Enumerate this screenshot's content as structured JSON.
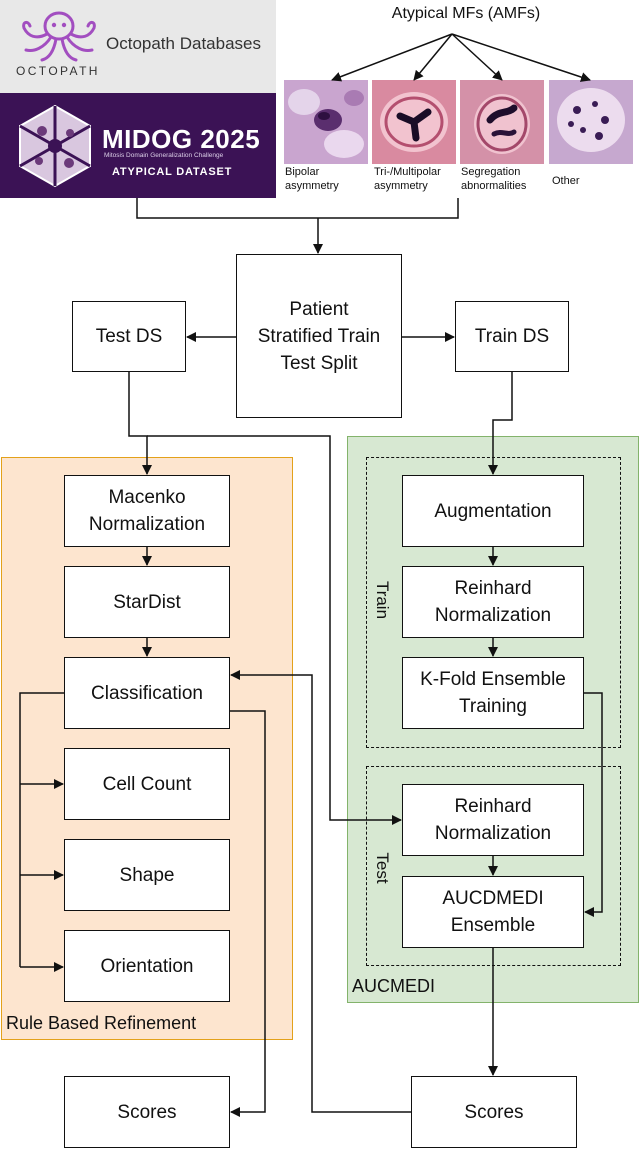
{
  "sources": {
    "octopath_label": "Octopath Databases",
    "octopath_wordmark": "OCTOPATH",
    "midog_title": "MIDOG 2025",
    "midog_subtitle": "Mitosis Domain Generalization Challenge",
    "midog_dataset": "ATYPICAL DATASET"
  },
  "amf": {
    "title": "Atypical MFs (AMFs)",
    "categories": [
      {
        "label": "Bipolar\nasymmetry"
      },
      {
        "label": "Tri-/Multipolar\nasymmetry"
      },
      {
        "label": "Segregation\nabnormalities"
      },
      {
        "label": "Other"
      }
    ]
  },
  "nodes": {
    "split": "Patient\nStratified Train\nTest Split",
    "test_ds": "Test DS",
    "train_ds": "Train DS",
    "macenko": "Macenko\nNormalization",
    "stardist": "StarDist",
    "classification": "Classification",
    "cell_count": "Cell Count",
    "shape": "Shape",
    "orientation": "Orientation",
    "augmentation": "Augmentation",
    "reinhard_train": "Reinhard\nNormalization",
    "kfold": "K-Fold Ensemble\nTraining",
    "reinhard_test": "Reinhard\nNormalization",
    "aucdmedi_ensemble": "AUCDMEDI\nEnsemble",
    "scores_left": "Scores",
    "scores_right": "Scores"
  },
  "groups": {
    "rule_based": "Rule Based Refinement",
    "aucmedi": "AUCMEDI",
    "train": "Train",
    "test": "Test"
  },
  "colors": {
    "rule_fill": "#fde5cf",
    "rule_border": "#e3a11a",
    "aucmedi_fill": "#d7e8d2",
    "aucmedi_border": "#83b36b",
    "midog_bg": "#3b1255",
    "octopath_logo": "#a24ec0"
  }
}
